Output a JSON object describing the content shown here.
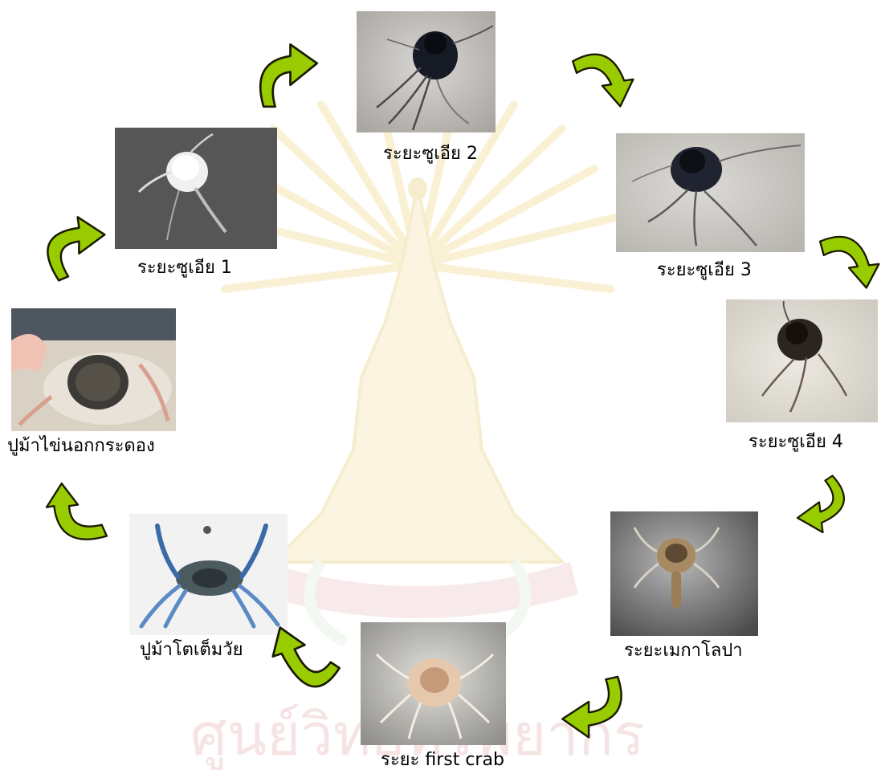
{
  "colors": {
    "arrow_fill": "#99cc00",
    "arrow_stroke": "#1a1a00",
    "watermark_gold": "#f6e7b4",
    "watermark_red": "#f3dada",
    "watermark_green": "#eaf3ea"
  },
  "stages": [
    {
      "id": "zoea-1",
      "label": "ระยะซูเอีย 1"
    },
    {
      "id": "zoea-2",
      "label": "ระยะซูเอีย 2"
    },
    {
      "id": "zoea-3",
      "label": "ระยะซูเอีย 3"
    },
    {
      "id": "zoea-4",
      "label": "ระยะซูเอีย 4"
    },
    {
      "id": "megalopa",
      "label": "ระยะเมกาโลปา"
    },
    {
      "id": "first-crab",
      "label": "ระยะ first crab"
    },
    {
      "id": "adult",
      "label": "ปูม้าโตเต็มวัย"
    },
    {
      "id": "berried",
      "label": "ปูม้าไข่นอกกระดอง"
    }
  ],
  "watermark_text": "ศูนย์วิทยทรัพยากร"
}
